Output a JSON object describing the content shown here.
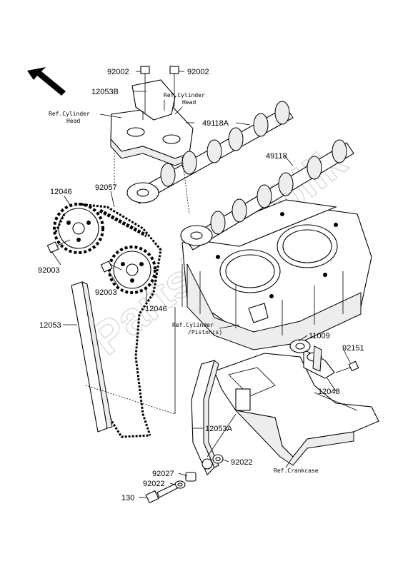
{
  "watermark": "PartsRepublik",
  "labels": {
    "p92002a": "92002",
    "p92002b": "92002",
    "p12053B": "12053B",
    "p49118A": "49118A",
    "p49118": "49118",
    "p12046a": "12046",
    "p92057": "92057",
    "p92003a": "92003",
    "p92003b": "92003",
    "p12046b": "12046",
    "p12053": "12053",
    "p11009": "11009",
    "p92151": "92151",
    "p12048": "12048",
    "p12053A": "12053A",
    "p92027": "92027",
    "p92022a": "92022",
    "p92022b": "92022",
    "p130": "130"
  },
  "refs": {
    "cyl_head_left_1": "Ref.Cylinder",
    "cyl_head_left_2": "Head",
    "cyl_head_right_1": "Ref.Cylinder",
    "cyl_head_right_2": "Head",
    "cyl_piston_1": "Ref.Cylinder",
    "cyl_piston_2": "/Piston(s)",
    "crankcase": "Ref.Crankcase"
  },
  "icons": {
    "direction_arrow": "arrow-up-left-icon"
  }
}
